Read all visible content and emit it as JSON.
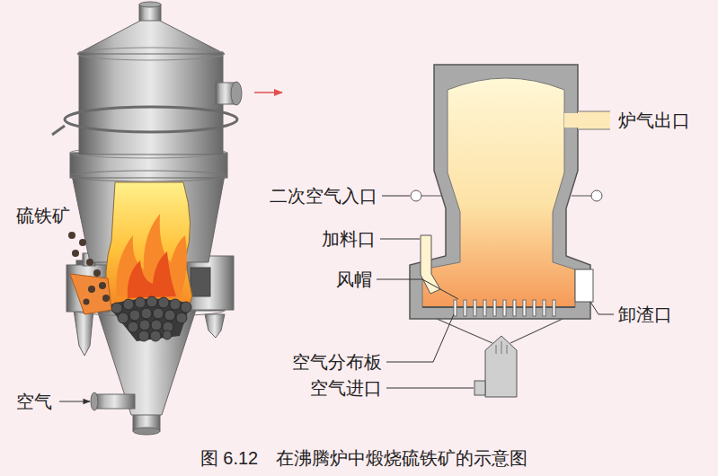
{
  "diagram": {
    "caption": "图 6.12　在沸腾炉中煅烧硫铁矿的示意图",
    "labels": [
      "硫铁矿",
      "空气",
      "炉气出口",
      "二次空气入口",
      "加料口",
      "风帽",
      "卸渣口",
      "空气分布板",
      "空气进口"
    ]
  }
}
